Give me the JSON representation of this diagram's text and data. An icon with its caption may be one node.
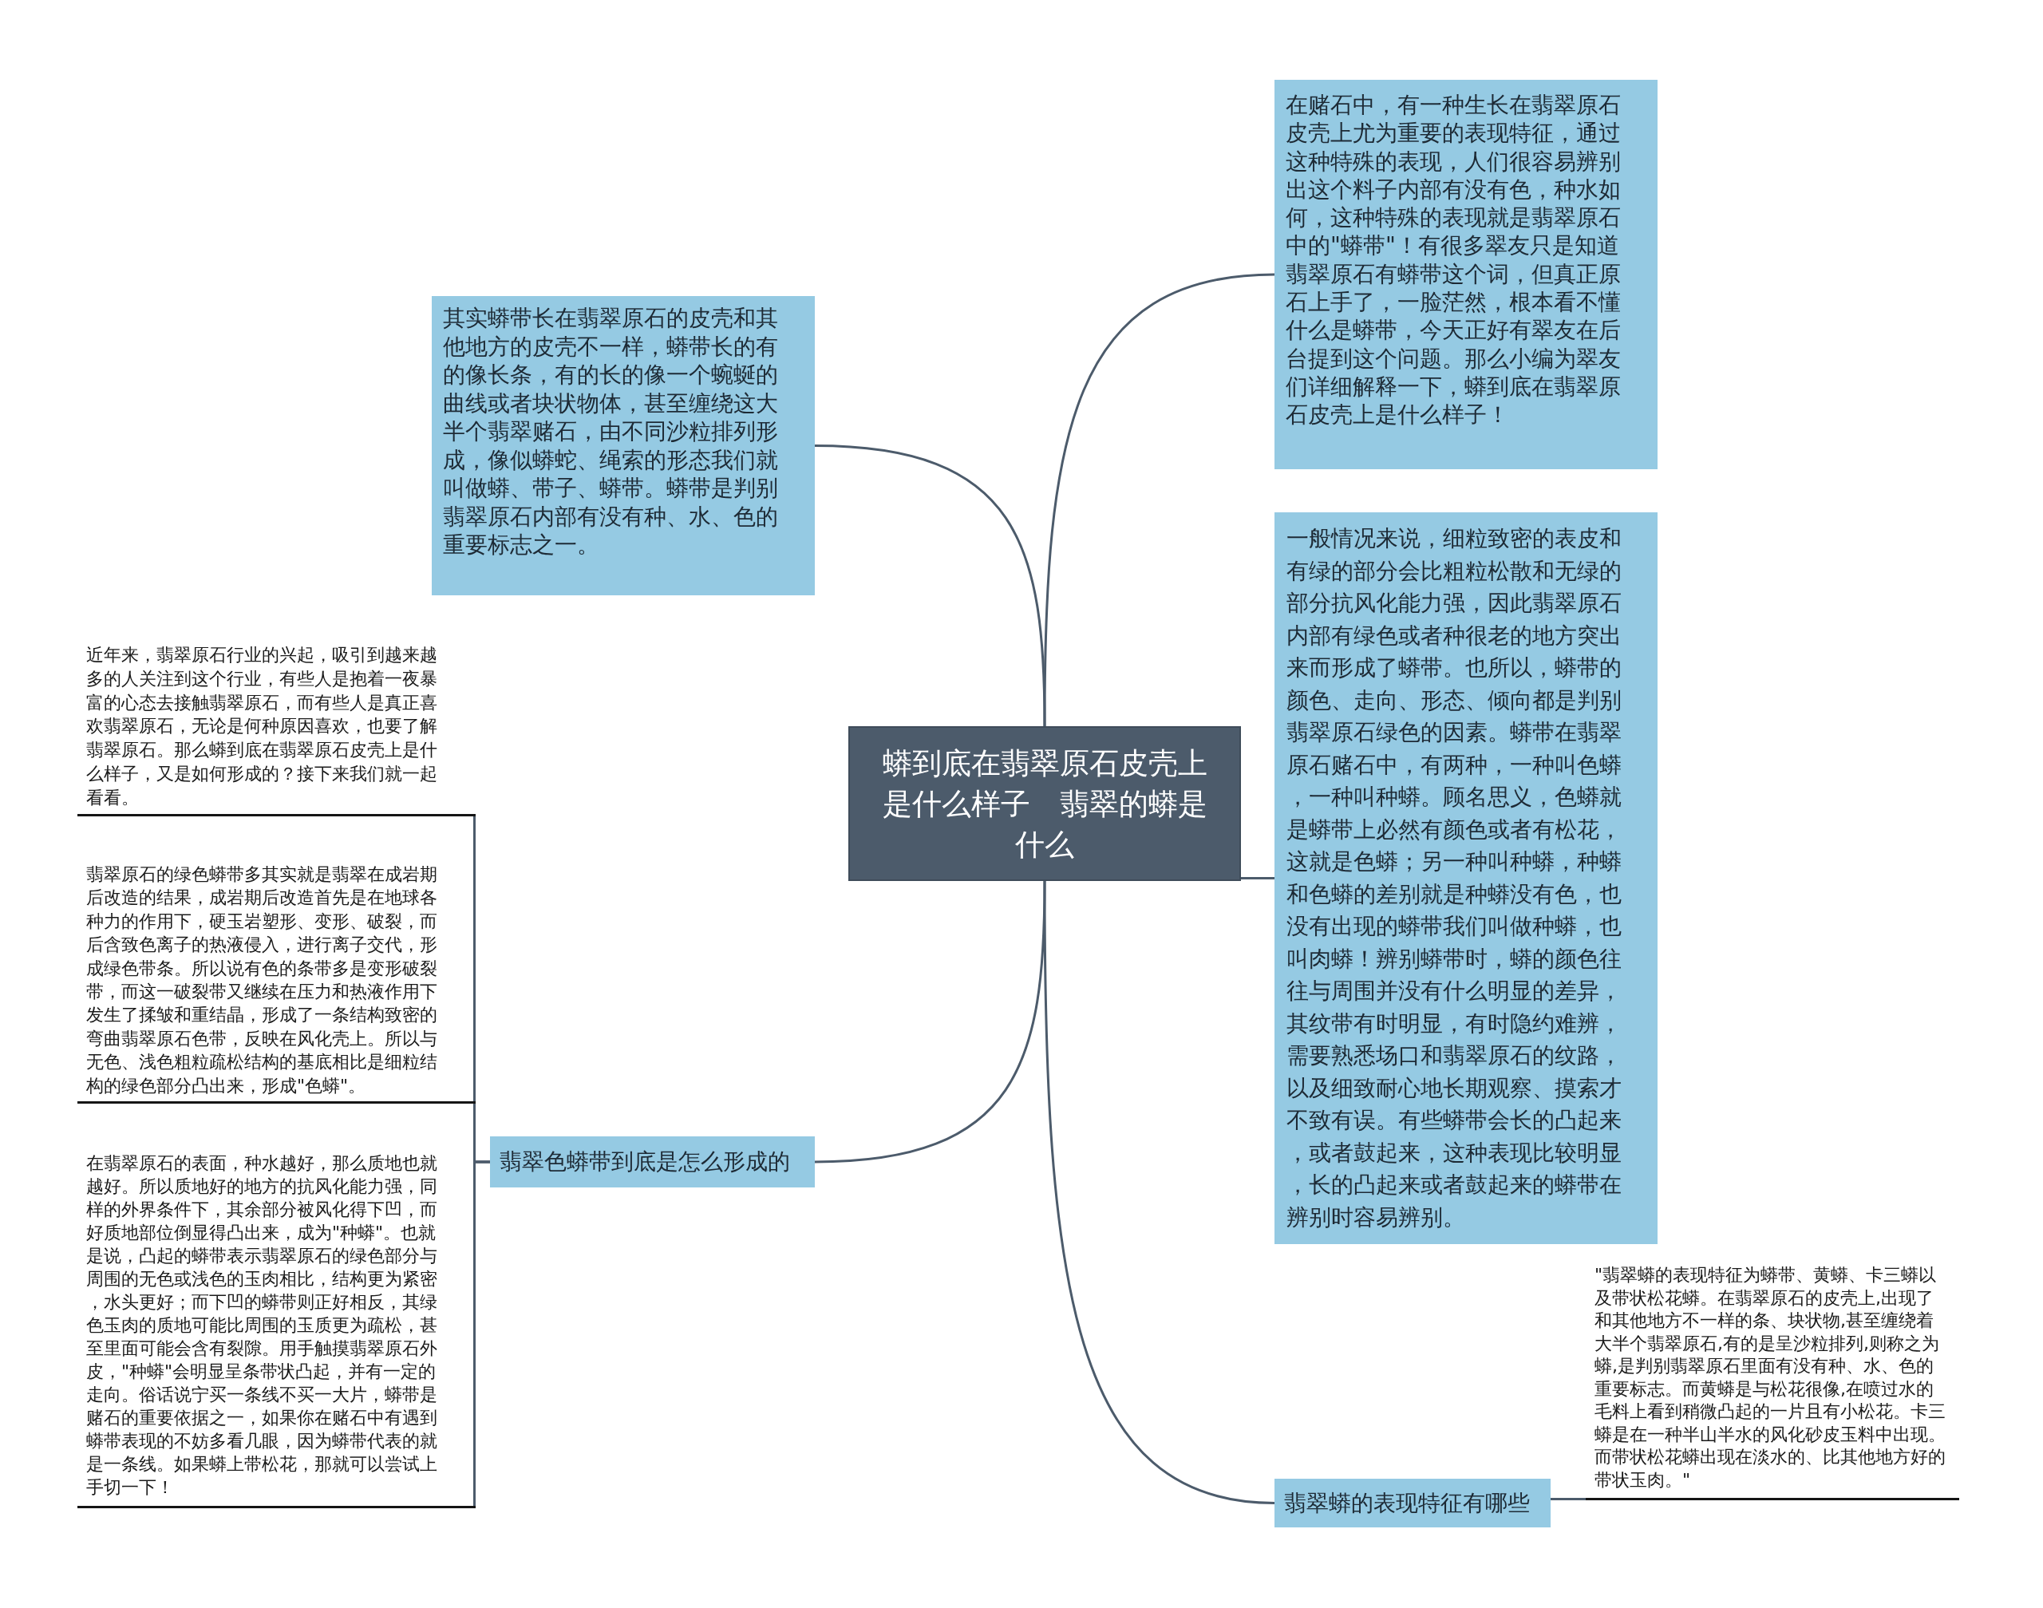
{
  "diagram": {
    "nodes": [
      {
        "text": [
          "蟒到底在翡翠原石皮壳上是什么样子　翡翠的蟒是什么"
        ]
      },
      {
        "text": [
          "其实蟒带长在翡翠原石的皮壳和其他地方的皮壳不一样，蟒带长的有的像长条，有的长的像一个蜿蜒的曲线或者块状物体，甚至缠绕这大半个翡翠赌石，由不同沙粒排列形成，像似蟒蛇、绳索的形态我们就叫做蟒、带子、蟒带。蟒带是判别翡翠原石内部有没有种、水、色的重要标志之一。"
        ]
      },
      {
        "text": [
          "在赌石中，有一种生长在翡翠原石皮壳上尤为重要的表现特征，通过这种特殊的表现，人们很容易辨别出这个料子内部有没有色，种水如何，这种特殊的表现就是翡翠原石中的\"蟒带\"！有很多翠友只是知道翡翠原石有蟒带这个词，但真正原石上手了，一脸茫然，根本看不懂什么是蟒带，今天正好有翠友在后台提到这个问题。那么小编为翠友们详细解释一下，蟒到底在翡翠原石皮壳上是什么样子！"
        ]
      },
      {
        "text": [
          "一般情况来说，细粒致密的表皮和有绿的部分会比粗粒松散和无绿的部分抗风化能力强，因此翡翠原石内部有绿色或者种很老的地方突出来而形成了蟒带。也所以，蟒带的颜色、走向、形态、倾向都是判别翡翠原石绿色的因素。蟒带在翡翠原石赌石中，有两种，一种叫色蟒，一种叫种蟒。顾名思义，色蟒就是蟒带上必然有颜色或者有松花，这就是色蟒；另一种叫种蟒，种蟒和色蟒的差别就是种蟒没有色，也没有出现的蟒带我们叫做种蟒，也叫肉蟒！辨别蟒带时，蟒的颜色往往与周围并没有什么明显的差异，其纹带有时明显，有时隐约难辨，需要熟悉场口和翡翠原石的纹路，以及细致耐心地长期观察、摸索才不致有误。有些蟒带会长的凸起来，或者鼓起来，这种表现比较明显，长的凸起来或者鼓起来的蟒带在辨别时容易辨别。"
        ]
      },
      {
        "text": [
          "翡翠色蟒带到底是怎么形成的"
        ]
      },
      {
        "text": [
          "翡翠蟒的表现特征有哪些"
        ]
      },
      {
        "text": [
          "近年来，翡翠原石行业的兴起，吸引到越来越多的人关注到这个行业，有些人是抱着一夜暴富的心态去接触翡翠原石，而有些人是真正喜欢翡翠原石，无论是何种原因喜欢，也要了解翡翠原石。那么蟒到底在翡翠原石皮壳上是什么样子，又是如何形成的？接下来我们就一起看看。"
        ]
      },
      {
        "text": [
          "翡翠原石的绿色蟒带多其实就是翡翠在成岩期后改造的结果，成岩期后改造首先是在地球各种力的作用下，硬玉岩塑形、变形、破裂，而后含致色离子的热液侵入，进行离子交代，形成绿色带条。所以说有色的条带多是变形破裂带，而这一破裂带又继续在压力和热液作用下发生了揉皱和重结晶，形成了一条结构致密的弯曲翡翠原石色带，反映在风化壳上。所以与无色、浅色粗粒疏松结构的基底相比是细粒结构的绿色部分凸出来，形成\"色蟒\"。"
        ]
      },
      {
        "text": [
          "在翡翠原石的表面，种水越好，那么质地也就越好。所以质地好的地方的抗风化能力强，同样的外界条件下，其余部分被风化得下凹，而好质地部位倒显得凸出来，成为\"种蟒\"。也就是说，凸起的蟒带表示翡翠原石的绿色部分与周围的无色或浅色的玉肉相比，结构更为紧密，水头更好；而下凹的蟒带则正好相反，其绿色玉肉的质地可能比周围的玉质更为疏松，甚至里面可能会含有裂隙。用手触摸翡翠原石外皮，\"种蟒\"会明显呈条带状凸起，并有一定的走向。俗话说宁买一条线不买一大片，蟒带是赌石的重要依据之一，如果你在赌石中有遇到蟒带表现的不妨多看几眼，因为蟒带代表的就是一条线。如果蟒上带松花，那就可以尝试上手切一下！"
        ]
      },
      {
        "text": [
          "\"翡翠蟒的表现特征为蟒带、黄蟒、卡三蟒以及带状松花蟒。在翡翠原石的皮壳上,出现了和其他地方不一样的条、块状物,甚至缠绕着大半个翡翠原石,有的是呈沙粒排列,则称之为蟒,是判别翡翠原石里面有没有种、水、色的重要标志。而黄蟒是与松花很像,在喷过水的毛料上看到稍微凸起的一片且有小松花。卡三蟒是在一种半山半水的风化砂皮玉料中出现。而带状松花蟒出现在淡水的、比其他地方好的带状玉肉。\""
        ]
      }
    ],
    "edges": [
      {
        "from": 0,
        "to": 1,
        "arrow": "none"
      },
      {
        "from": 0,
        "to": 2,
        "arrow": "none"
      },
      {
        "from": 0,
        "to": 3,
        "arrow": "none"
      },
      {
        "from": 0,
        "to": 4,
        "arrow": "none"
      },
      {
        "from": 0,
        "to": 5,
        "arrow": "none"
      },
      {
        "from": 4,
        "to": 6,
        "arrow": "none"
      },
      {
        "from": 4,
        "to": 7,
        "arrow": "none"
      },
      {
        "from": 4,
        "to": 8,
        "arrow": "none"
      },
      {
        "from": 5,
        "to": 9,
        "arrow": "none"
      }
    ]
  }
}
